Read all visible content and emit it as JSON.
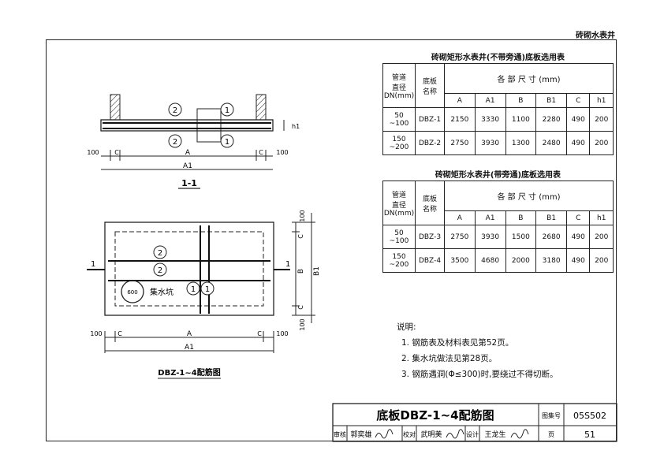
{
  "header": {
    "title": "砖砌水表井"
  },
  "section_1": {
    "label": "1-1",
    "marks": [
      "2",
      "1",
      "2",
      "1"
    ],
    "dims_bottom": [
      "100",
      "C",
      "A",
      "C",
      "100"
    ],
    "dim_total": "A1",
    "h1": "h1"
  },
  "plan": {
    "cut_label_left": "1",
    "cut_label_right": "1",
    "marks": [
      "2",
      "2",
      "1",
      "1"
    ],
    "sump_label": "集水坑",
    "sump_circle": "600",
    "dims_bottom": [
      "100",
      "C",
      "A",
      "C",
      "100"
    ],
    "dim_total": "A1",
    "dims_right": [
      "100",
      "C",
      "B",
      "C",
      "100"
    ],
    "dim_right_total": "B1",
    "caption": "DBZ-1~4配筋图"
  },
  "table1": {
    "title": "砖砌矩形水表井(不带旁通)底板选用表",
    "col_pipe": "管道\n直径\nDN(mm)",
    "col_name": "底板\n名称",
    "col_dims": "各  部  尺  寸    (mm)",
    "sub_headers": [
      "A",
      "A1",
      "B",
      "B1",
      "C",
      "h1"
    ],
    "rows": [
      {
        "dn": "50\n~100",
        "name": "DBZ-1",
        "vals": [
          "2150",
          "3330",
          "1100",
          "2280",
          "490",
          "200"
        ]
      },
      {
        "dn": "150\n~200",
        "name": "DBZ-2",
        "vals": [
          "2750",
          "3930",
          "1300",
          "2480",
          "490",
          "200"
        ]
      }
    ]
  },
  "table2": {
    "title": "砖砌矩形水表井(带旁通)底板选用表",
    "col_pipe": "管道\n直径\nDN(mm)",
    "col_name": "底板\n名称",
    "col_dims": "各  部  尺  寸    (mm)",
    "sub_headers": [
      "A",
      "A1",
      "B",
      "B1",
      "C",
      "h1"
    ],
    "rows": [
      {
        "dn": "50\n~100",
        "name": "DBZ-3",
        "vals": [
          "2750",
          "3930",
          "1500",
          "2680",
          "490",
          "200"
        ]
      },
      {
        "dn": "150\n~200",
        "name": "DBZ-4",
        "vals": [
          "3500",
          "4680",
          "2000",
          "3180",
          "490",
          "200"
        ]
      }
    ]
  },
  "notes": {
    "heading": "说明:",
    "items": [
      "1. 钢筋表及材料表见第52页。",
      "2. 集水坑做法见第28页。",
      "3. 钢筋遇洞(Φ≤300)时,要绕过不得切断。"
    ]
  },
  "title_block": {
    "drawing_title": "底板DBZ-1~4配筋图",
    "atlas_label": "图集号",
    "atlas_no": "05S502",
    "review_label": "审核",
    "review_name": "郭奕雄",
    "check_label": "校对",
    "check_name": "武明美",
    "design_label": "设计",
    "design_name": "王龙生",
    "page_label": "页",
    "page_no": "51"
  }
}
